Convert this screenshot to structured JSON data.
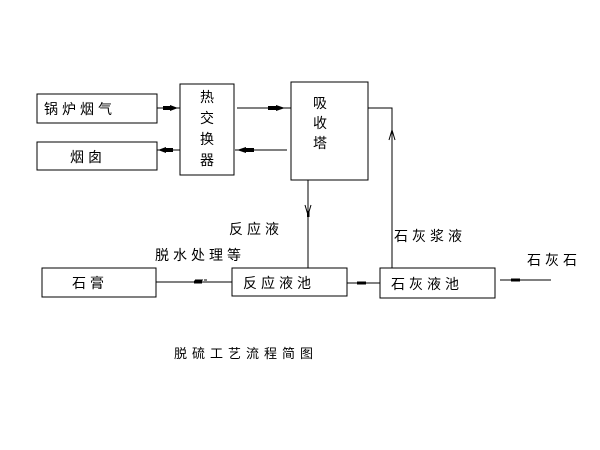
{
  "diagram": {
    "title": "脱硫工艺流程简图",
    "nodes": {
      "boiler_flue_gas": "锅炉烟气",
      "chimney": "烟囱",
      "heat_exchanger": [
        "热",
        "交",
        "换",
        "器"
      ],
      "absorber": [
        "吸",
        "收",
        "塔"
      ],
      "gypsum": "石膏",
      "reaction_tank": "反应液池",
      "lime_tank": "石灰液池"
    },
    "edge_labels": {
      "reaction_liquid": "反应液",
      "lime_slurry": "石灰浆液",
      "dewatering": "脱水处理等",
      "limestone": "石灰石"
    },
    "edges": [
      {
        "from": "锅炉烟气",
        "to": "热交换器"
      },
      {
        "from": "热交换器",
        "to": "吸收塔"
      },
      {
        "from": "吸收塔",
        "to": "热交换器"
      },
      {
        "from": "热交换器",
        "to": "烟囱"
      },
      {
        "from": "吸收塔",
        "to": "反应液池",
        "label": "反应液"
      },
      {
        "from": "反应液池",
        "to": "石膏",
        "label": "脱水处理等"
      },
      {
        "from": "反应液池",
        "to": "石灰液池"
      },
      {
        "from": "石灰液池",
        "to": "吸收塔",
        "label": "石灰浆液"
      },
      {
        "from": "石灰石",
        "to": "石灰液池"
      }
    ]
  }
}
